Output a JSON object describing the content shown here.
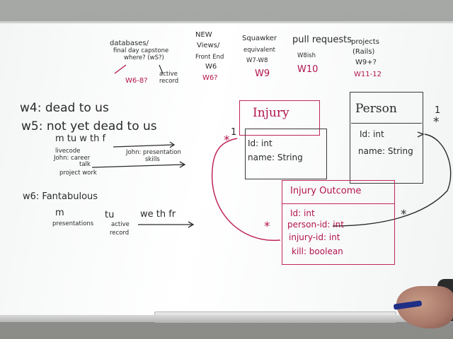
{
  "scene": {
    "board_color": "#ffffff",
    "ink_black": "#2a2a2a",
    "ink_magenta": "#b3134d"
  },
  "columns": {
    "databases": {
      "title": "databases/",
      "line2": "final day capstone",
      "line3": "where? (wS?)",
      "line4": "W6-8?",
      "note1": "active",
      "note2": "record"
    },
    "new_views": {
      "title": "NEW",
      "line2": "Views/",
      "line3": "Front End",
      "week": "W6",
      "week2": "W6?"
    },
    "squawker": {
      "title": "Squawker",
      "line2": "equivalent",
      "line3": "W7-W8",
      "week": "W9"
    },
    "pull_requests": {
      "title": "pull requests",
      "line2": "W8ish",
      "week": "W10"
    },
    "projects": {
      "title": "projects",
      "line2": "(Rails)",
      "line3": "W9+?",
      "week": "W11-12"
    }
  },
  "schedule": {
    "w4": "w4: dead to us",
    "w5": "w5: not yet dead to us",
    "w5_days": "m  tu  w   th  f",
    "w5_livecode": "livecode",
    "w5_john1": "John: career",
    "w5_john1b": "talk",
    "w5_john2": "John: presentation",
    "w5_john2b": "skills",
    "w5_project": "project work",
    "w6": "w6: Fantabulous",
    "w6_m": "m",
    "w6_tu": "tu",
    "w6_rest": "we  th  fr",
    "w6_presentations": "presentations",
    "w6_ar1": "active",
    "w6_ar2": "record"
  },
  "erd": {
    "injury": {
      "title": "Injury",
      "field1": "Id: int",
      "field2": "name: String"
    },
    "person": {
      "title": "Person",
      "field1": "Id: int",
      "field2": "name: String"
    },
    "injury_outcome": {
      "title": "Injury Outcome",
      "field1": "Id: int",
      "field2": "person-id: int",
      "field3": "injury-id: int",
      "field4": "kill: boolean"
    },
    "card_one_a": "1",
    "card_one_b": "1",
    "card_many_a": "*",
    "card_many_b": "*",
    "card_many_c": "*",
    "card_many_d": "*"
  }
}
